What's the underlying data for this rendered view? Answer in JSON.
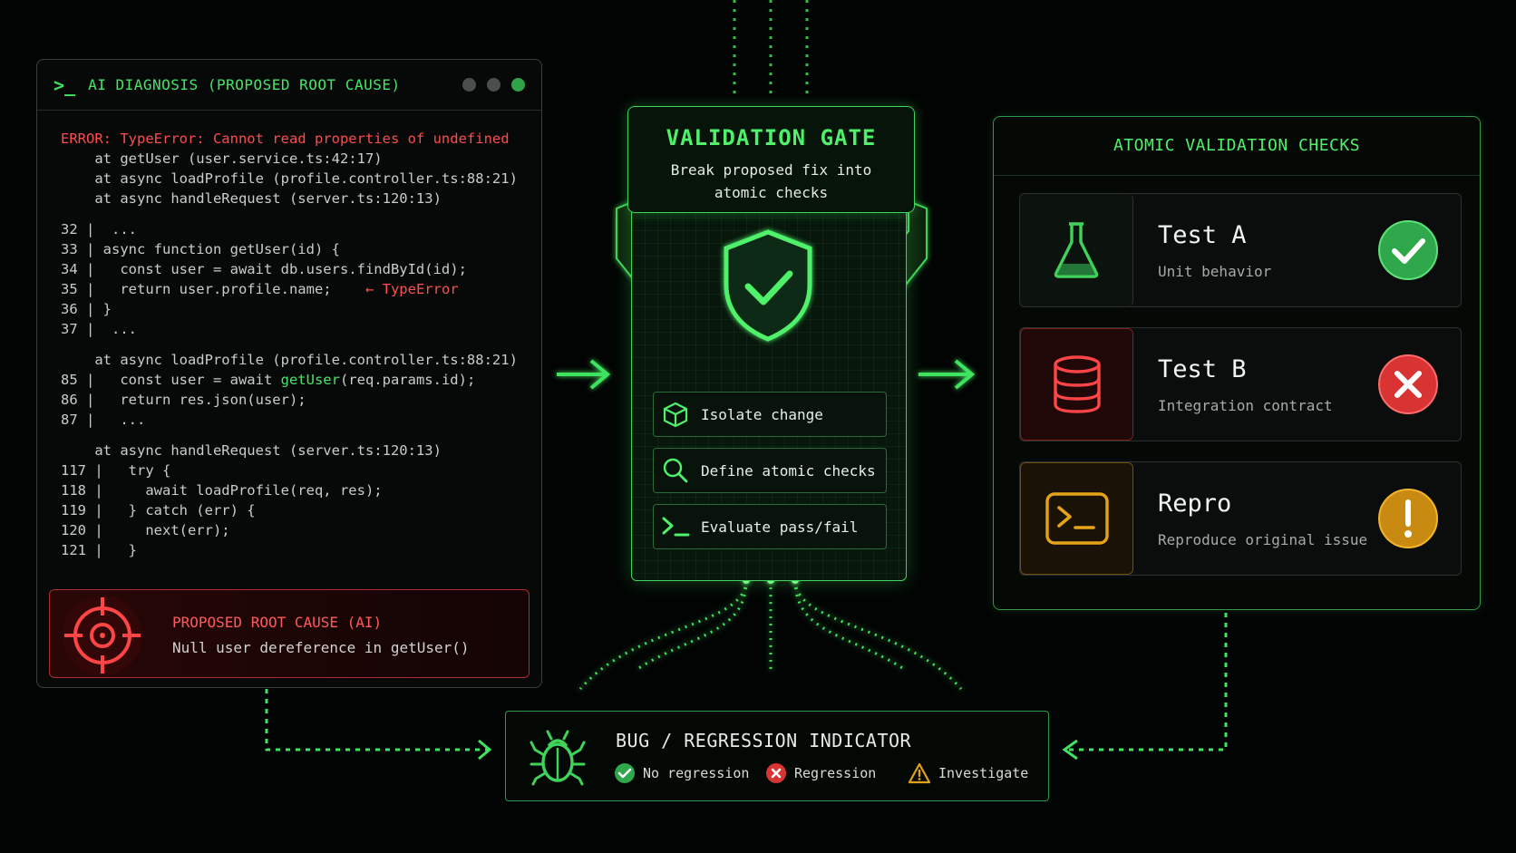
{
  "diagnosis": {
    "title": "AI DIAGNOSIS (PROPOSED ROOT CAUSE)",
    "prompt_glyph": ">_",
    "error": "ERROR: TypeError: Cannot read properties of undefined",
    "stack": [
      "    at getUser (user.service.ts:42:17)",
      "    at async loadProfile (profile.controller.ts:88:21)",
      "    at async handleRequest (server.ts:120:13)"
    ],
    "snippet1": [
      "32 |  ...",
      "33 | async function getUser(id) {",
      "34 |   const user = await db.users.findById(id);",
      "35 |   return user.profile.name;",
      "36 | }",
      "37 |  ..."
    ],
    "snippet1_marker": "← TypeError",
    "frame2": "    at async loadProfile (profile.controller.ts:88:21)",
    "snippet2_85a": "85 |   const user = await ",
    "snippet2_85b": "getUser",
    "snippet2_85c": "(req.params.id);",
    "snippet2": [
      "86 |   return res.json(user);",
      "87 |   ..."
    ],
    "frame3": "    at async handleRequest (server.ts:120:13)",
    "snippet3": [
      "117 |   try {",
      "118 |     await loadProfile(req, res);",
      "119 |   } catch (err) {",
      "120 |     next(err);",
      "121 |   }"
    ],
    "root_cause_label": "PROPOSED ROOT CAUSE (AI)",
    "root_cause_text": "Null user dereference in getUser()"
  },
  "gate": {
    "title": "VALIDATION GATE",
    "subtitle_line1": "Break proposed fix into",
    "subtitle_line2": "atomic checks",
    "steps": [
      {
        "label": "Isolate change",
        "icon": "cube-icon"
      },
      {
        "label": "Define atomic checks",
        "icon": "search-icon"
      },
      {
        "label": "Evaluate pass/fail",
        "icon": "terminal-icon"
      }
    ]
  },
  "checks": {
    "title": "ATOMIC VALIDATION CHECKS",
    "items": [
      {
        "name": "Test A",
        "desc": "Unit behavior",
        "status": "pass",
        "icon": "flask-icon",
        "color": "#3fc75a"
      },
      {
        "name": "Test B",
        "desc": "Integration contract",
        "status": "fail",
        "icon": "database-icon",
        "color": "#e33b3b"
      },
      {
        "name": "Repro",
        "desc": "Reproduce original issue",
        "status": "warning",
        "icon": "terminal-icon",
        "color": "#e0a11a"
      }
    ]
  },
  "indicator": {
    "title": "BUG / REGRESSION INDICATOR",
    "legend": [
      {
        "label": "No regression",
        "status": "pass"
      },
      {
        "label": "Regression",
        "status": "fail"
      },
      {
        "label": "Investigate",
        "status": "warning"
      }
    ]
  },
  "colors": {
    "accent": "#3fe35f",
    "pass": "#3fc75a",
    "fail": "#e33b3b",
    "warning": "#e0a11a",
    "background": "#020403"
  }
}
